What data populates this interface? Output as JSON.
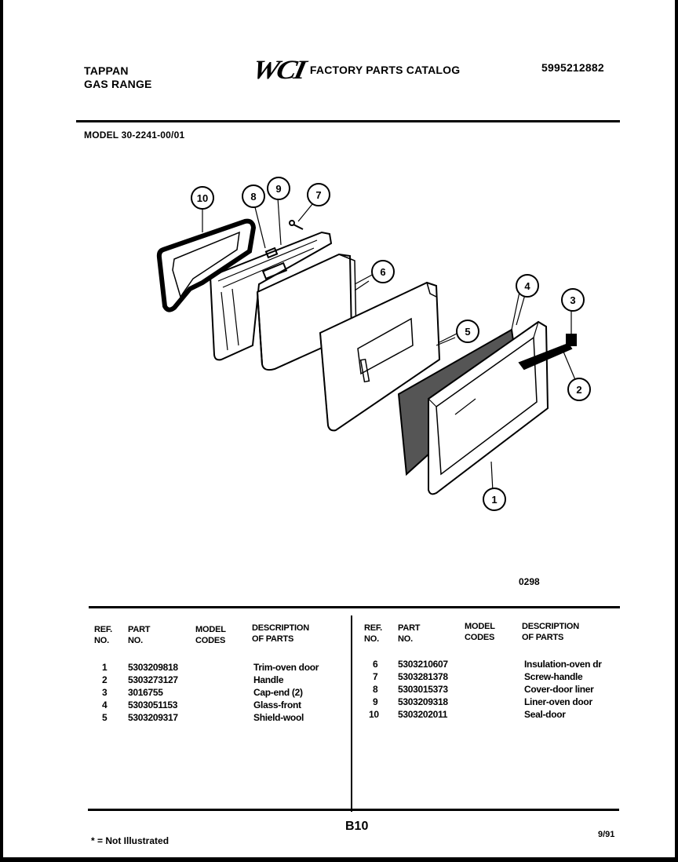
{
  "header": {
    "brand_line1": "TAPPAN",
    "brand_line2": "GAS RANGE",
    "logo": "WCI",
    "catalog_title": "FACTORY PARTS CATALOG",
    "doc_number": "5995212882",
    "model": "MODEL 30-2241-00/01"
  },
  "figure": {
    "code": "0298",
    "callouts": [
      "1",
      "2",
      "3",
      "4",
      "5",
      "6",
      "7",
      "8",
      "9",
      "10"
    ]
  },
  "table": {
    "headers": {
      "ref_no": [
        "REF.",
        "NO."
      ],
      "part_no": [
        "PART",
        "NO."
      ],
      "model_codes": [
        "MODEL",
        "CODES"
      ],
      "description": [
        "DESCRIPTION",
        "OF PARTS"
      ]
    },
    "left": [
      {
        "ref": "1",
        "part": "5303209818",
        "desc": "Trim-oven door"
      },
      {
        "ref": "2",
        "part": "5303273127",
        "desc": "Handle"
      },
      {
        "ref": "3",
        "part": "3016755",
        "desc": "Cap-end (2)"
      },
      {
        "ref": "4",
        "part": "5303051153",
        "desc": "Glass-front"
      },
      {
        "ref": "5",
        "part": "5303209317",
        "desc": "Shield-wool"
      }
    ],
    "right": [
      {
        "ref": "6",
        "part": "5303210607",
        "desc": "Insulation-oven dr"
      },
      {
        "ref": "7",
        "part": "5303281378",
        "desc": "Screw-handle"
      },
      {
        "ref": "8",
        "part": "5303015373",
        "desc": "Cover-door liner"
      },
      {
        "ref": "9",
        "part": "5303209318",
        "desc": "Liner-oven door"
      },
      {
        "ref": "10",
        "part": "5303202011",
        "desc": "Seal-door"
      }
    ]
  },
  "footer": {
    "page": "B10",
    "date": "9/91",
    "note": "* = Not Illustrated"
  }
}
